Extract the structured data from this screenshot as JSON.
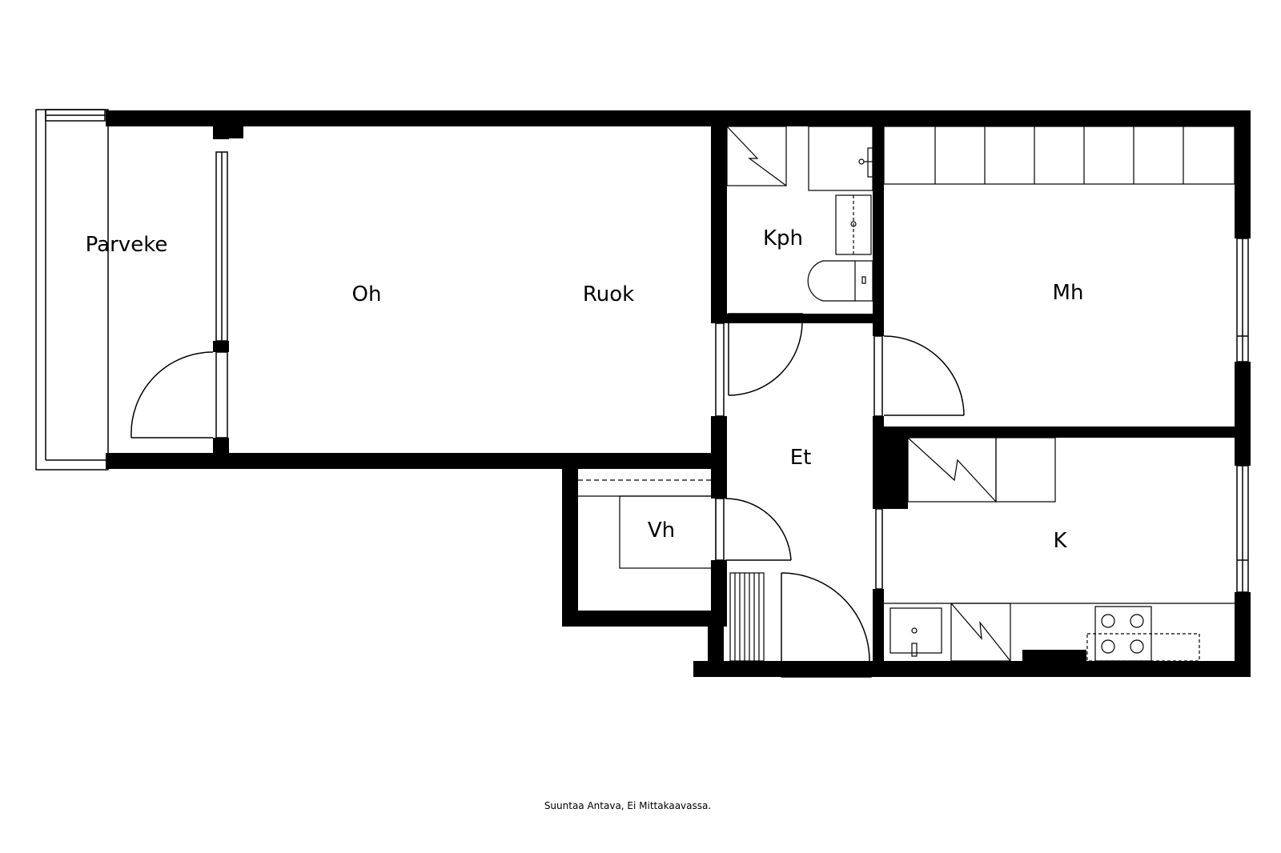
{
  "rooms": {
    "parveke": "Parveke",
    "oh": "Oh",
    "ruok": "Ruok",
    "kph": "Kph",
    "mh": "Mh",
    "et": "Et",
    "vh": "Vh",
    "k": "K"
  },
  "footnote": "Suuntaa Antava, Ei Mittakaavassa.",
  "colors": {
    "wall": "#000000",
    "line": "#000000",
    "background": "#ffffff"
  }
}
